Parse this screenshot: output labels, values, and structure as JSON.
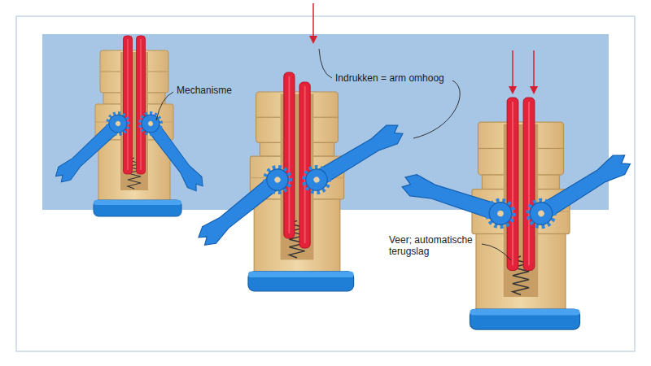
{
  "diagram": {
    "labels": [
      "Mechanisme",
      "Indrukken = arm omhoog",
      "Veer; automatische terugslag"
    ]
  }
}
